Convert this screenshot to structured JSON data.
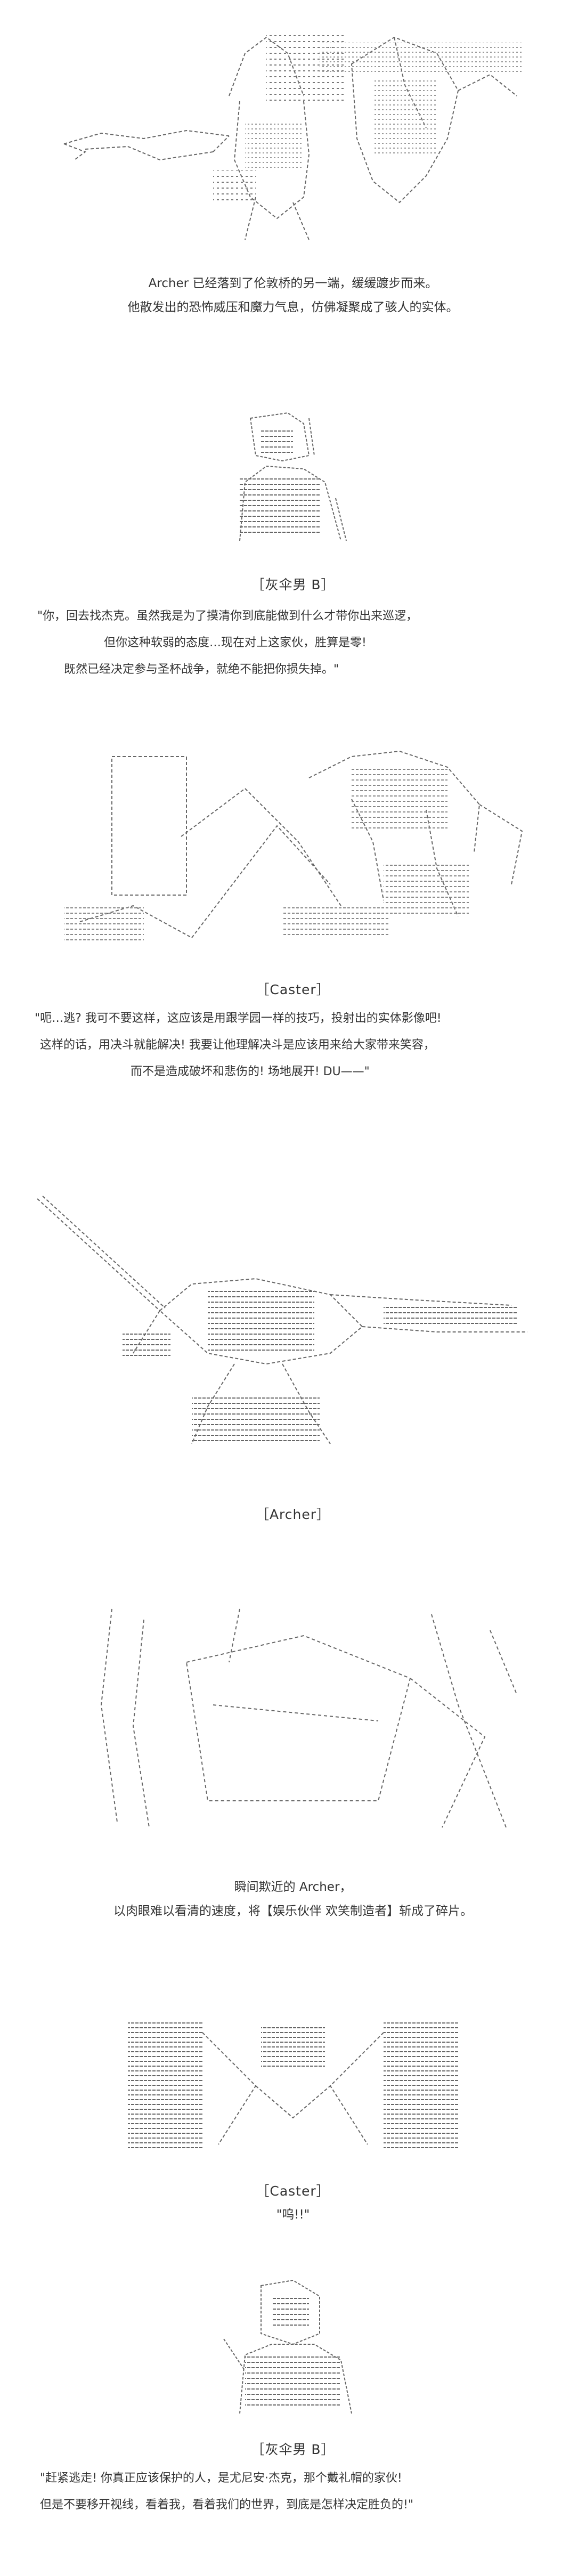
{
  "page": {
    "background": "#ffffff",
    "text_color": "#333333",
    "art_color": "#555555"
  },
  "scene1": {
    "line1": "Archer 已经落到了伦敦桥的另一端，缓缓踱步而来。",
    "line2": "他散发出的恐怖威压和魔力气息，仿佛凝聚成了骇人的实体。"
  },
  "scene2": {
    "speaker": "［灰伞男 B］",
    "line1": "\"你，回去找杰克。虽然我是为了摸清你到底能做到什么才带你出来巡逻，",
    "line2": "但你这种软弱的态度…现在对上这家伙，胜算是零!",
    "line3": "既然已经决定参与圣杯战争，就绝不能把你损失掉。\""
  },
  "scene3": {
    "speaker": "［Caster］",
    "line1": "\"呃…逃? 我可不要这样，这应该是用跟学园一样的技巧，投射出的实体影像吧!",
    "line2": "这样的话，用决斗就能解决! 我要让他理解决斗是应该用来给大家带来笑容，",
    "line3": "而不是造成破坏和悲伤的! 场地展开! DU——\""
  },
  "scene4": {
    "speaker": "［Archer］"
  },
  "scene5": {
    "line1": "瞬间欺近的 Archer，",
    "line2": "以肉眼难以看清的速度，将【娱乐伙伴 欢笑制造者】斩成了碎片。"
  },
  "scene6": {
    "speaker": "［Caster］",
    "line1": "\"呜!!\""
  },
  "scene7": {
    "speaker": "［灰伞男 B］",
    "line1": "\"赶紧逃走! 你真正应该保护的人，是尤尼安·杰克，那个戴礼帽的家伙!",
    "line2": "但是不要移开视线，看着我，看着我们的世界，到底是怎样决定胜负的!\""
  }
}
